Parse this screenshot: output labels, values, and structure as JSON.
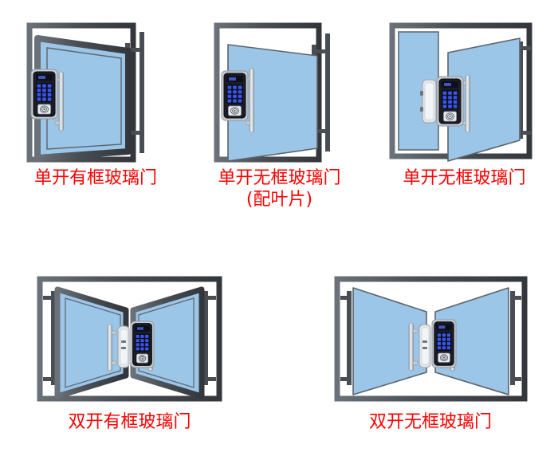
{
  "page": {
    "background_color": "#ffffff",
    "label_color": "#fe0000",
    "glass_color": "#9bc6e8",
    "glass_color_light": "#a8cfeb",
    "frame_color": "#494e54",
    "frame_dark": "#33373c",
    "frame_light": "#6b7178",
    "handle_color": "#d6dadd",
    "handle_edge": "#8f979e",
    "lock_body_color": "#1a1d26",
    "lock_bezel_color": "#c9ced4",
    "keypad_button_color": "#3a56f0",
    "keypad_bg_color": "#0d0f1a",
    "strike_plate_color": "#e2e6ea"
  },
  "figures": [
    {
      "id": "fig-1",
      "label": "单开有框玻璃门",
      "door_type": "single-framed-glass-door",
      "leaf_count": 1,
      "framed": true,
      "has_side_panel": false,
      "lock": "keypad-fingerprint-smart-lock",
      "handle": "vertical-bar-handle"
    },
    {
      "id": "fig-2",
      "label": "单开无框玻璃门\n(配叶片)",
      "door_type": "single-frameless-glass-door-with-patch-fitting",
      "leaf_count": 1,
      "framed": false,
      "has_side_panel": false,
      "lock": "keypad-fingerprint-smart-lock",
      "handle": "vertical-bar-handle"
    },
    {
      "id": "fig-3",
      "label": "单开无框玻璃门",
      "door_type": "single-frameless-glass-door-with-fixed-panel",
      "leaf_count": 1,
      "framed": false,
      "has_side_panel": true,
      "lock": "keypad-fingerprint-smart-lock",
      "handle": "vertical-bar-handle"
    },
    {
      "id": "fig-4",
      "label": "双开有框玻璃门",
      "door_type": "double-framed-glass-door",
      "leaf_count": 2,
      "framed": true,
      "has_side_panel": false,
      "lock": "keypad-fingerprint-smart-lock",
      "handle": "vertical-bar-handle"
    },
    {
      "id": "fig-5",
      "label": "双开无框玻璃门",
      "door_type": "double-frameless-glass-door",
      "leaf_count": 2,
      "framed": false,
      "has_side_panel": false,
      "lock": "keypad-fingerprint-smart-lock",
      "handle": "vertical-bar-handle"
    }
  ],
  "lock_device": {
    "name": "smart-lock",
    "display": "lock-display-screen",
    "keypad_rows": 4,
    "keypad_cols": 3,
    "fingerprint_reader": "fingerprint-sensor"
  }
}
